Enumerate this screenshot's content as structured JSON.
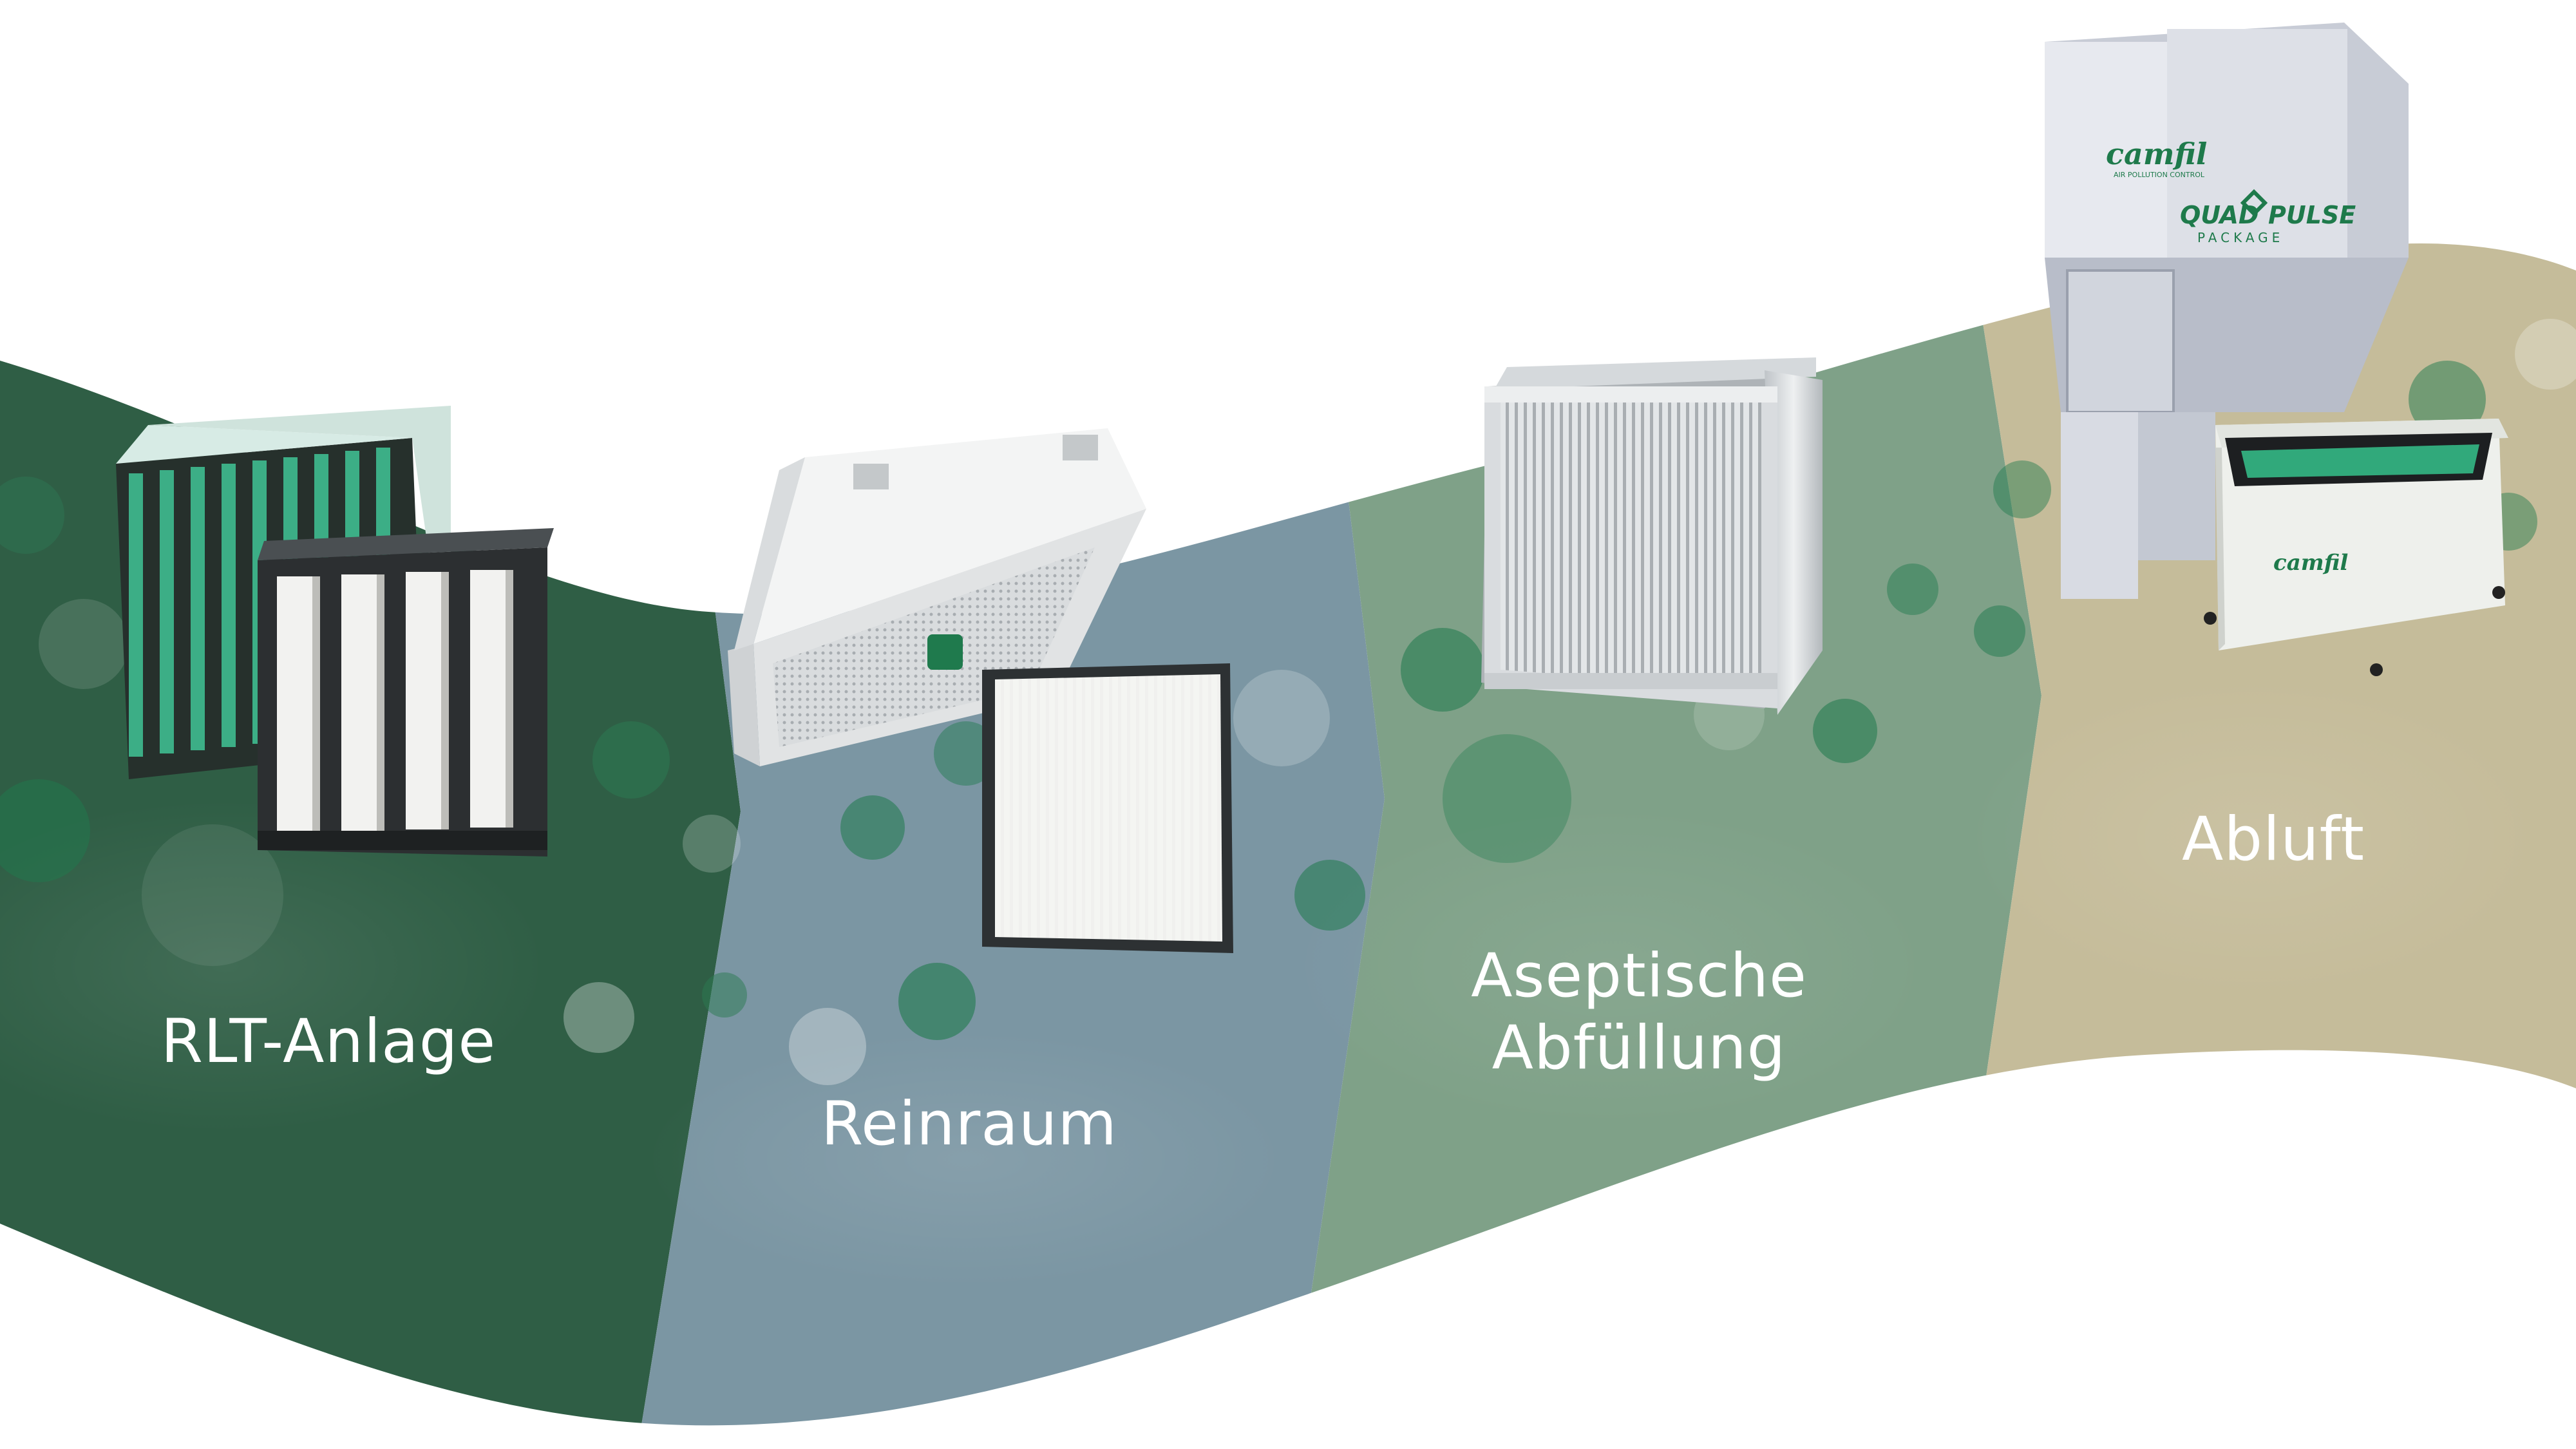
{
  "stages": [
    {
      "id": "rlt",
      "lines": [
        "RLT-Anlage"
      ],
      "color": "#2f5e45",
      "product": "bag-filter"
    },
    {
      "id": "reinraum",
      "lines": [
        "Reinraum"
      ],
      "color": "#7b96a3",
      "product": "ceiling-filter-module"
    },
    {
      "id": "aseptisch",
      "lines": [
        "Aseptische",
        "Abfüllung"
      ],
      "color": "#7fa188",
      "product": "box-hepa-filter"
    },
    {
      "id": "abluft",
      "lines": [
        "Abluft"
      ],
      "color": "#c5bc9a",
      "product": "dust-collector"
    }
  ],
  "brand": {
    "logo_text": "camfil",
    "logo_tagline": "AIR POLLUTION CONTROL",
    "package_left": "QUAD",
    "package_right": "PULSE",
    "package_sub": "PACKAGE",
    "accent": "#1e7a4b"
  }
}
